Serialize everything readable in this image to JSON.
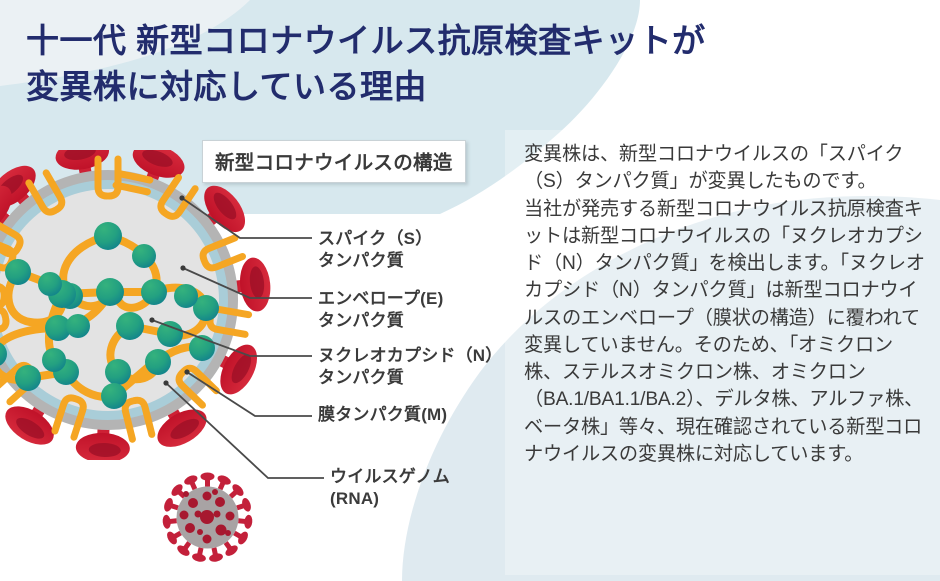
{
  "colors": {
    "title_navy": "#222c6d",
    "bg_white": "#ffffff",
    "bg_pale_blue": "#d7e8ee",
    "bg_pale_gray_blue": "#eef2f4",
    "body_text": "#3a3a3a",
    "spike_red": "#cf1f32",
    "spike_red_dark": "#a3132a",
    "membrane_gray": "#b4b4b4",
    "membrane_blue": "#a9cdd8",
    "interior_gray": "#e3e3e3",
    "rna_orange": "#f5a623",
    "nucleocapsid_green": "#2aa87a",
    "nucleocapsid_teal": "#12868e",
    "leader_line": "#4a4a4a",
    "box_border": "#c9d2d6"
  },
  "header": {
    "title": "十一代 新型コロナウイルス抗原検査キットが\n変異株に対応している理由"
  },
  "diagram": {
    "caption_box_label": "新型コロナウイルスの構造",
    "labels": [
      {
        "id": "spike",
        "text": "スパイク（S）\nタンパク質"
      },
      {
        "id": "envelope",
        "text": "エンベロープ(E)\nタンパク質"
      },
      {
        "id": "nucleocapsid",
        "text": "ヌクレオカプシド（N）\nタンパク質"
      },
      {
        "id": "membrane",
        "text": "膜タンパク質(M)"
      },
      {
        "id": "genome",
        "text": "ウイルスゲノム\n(RNA)"
      }
    ],
    "icons": {
      "virus_cross_section": "virus-cross-section-icon",
      "whole_virus": "whole-virus-icon"
    }
  },
  "body": {
    "paragraphs": [
      "変異株は、新型コロナウイルスの「スパイク（S）タンパク質」が変異したものです。",
      "当社が発売する新型コロナウイルス抗原検査キットは新型コロナウイルスの「ヌクレオカプシド（N）タンパク質」を検出します。「ヌクレオカプシド（N）タンパク質」は新型コロナウイルスのエンベロープ（膜状の構造）に覆われて変異していません。そのため、「オミクロン株、ステルスオミクロン株、オミクロン（BA.1/BA1.1/BA.2）、デルタ株、アルファ株、ベータ株」等々、現在確認されている新型コロナウイルスの変異株に対応しています。"
    ]
  }
}
